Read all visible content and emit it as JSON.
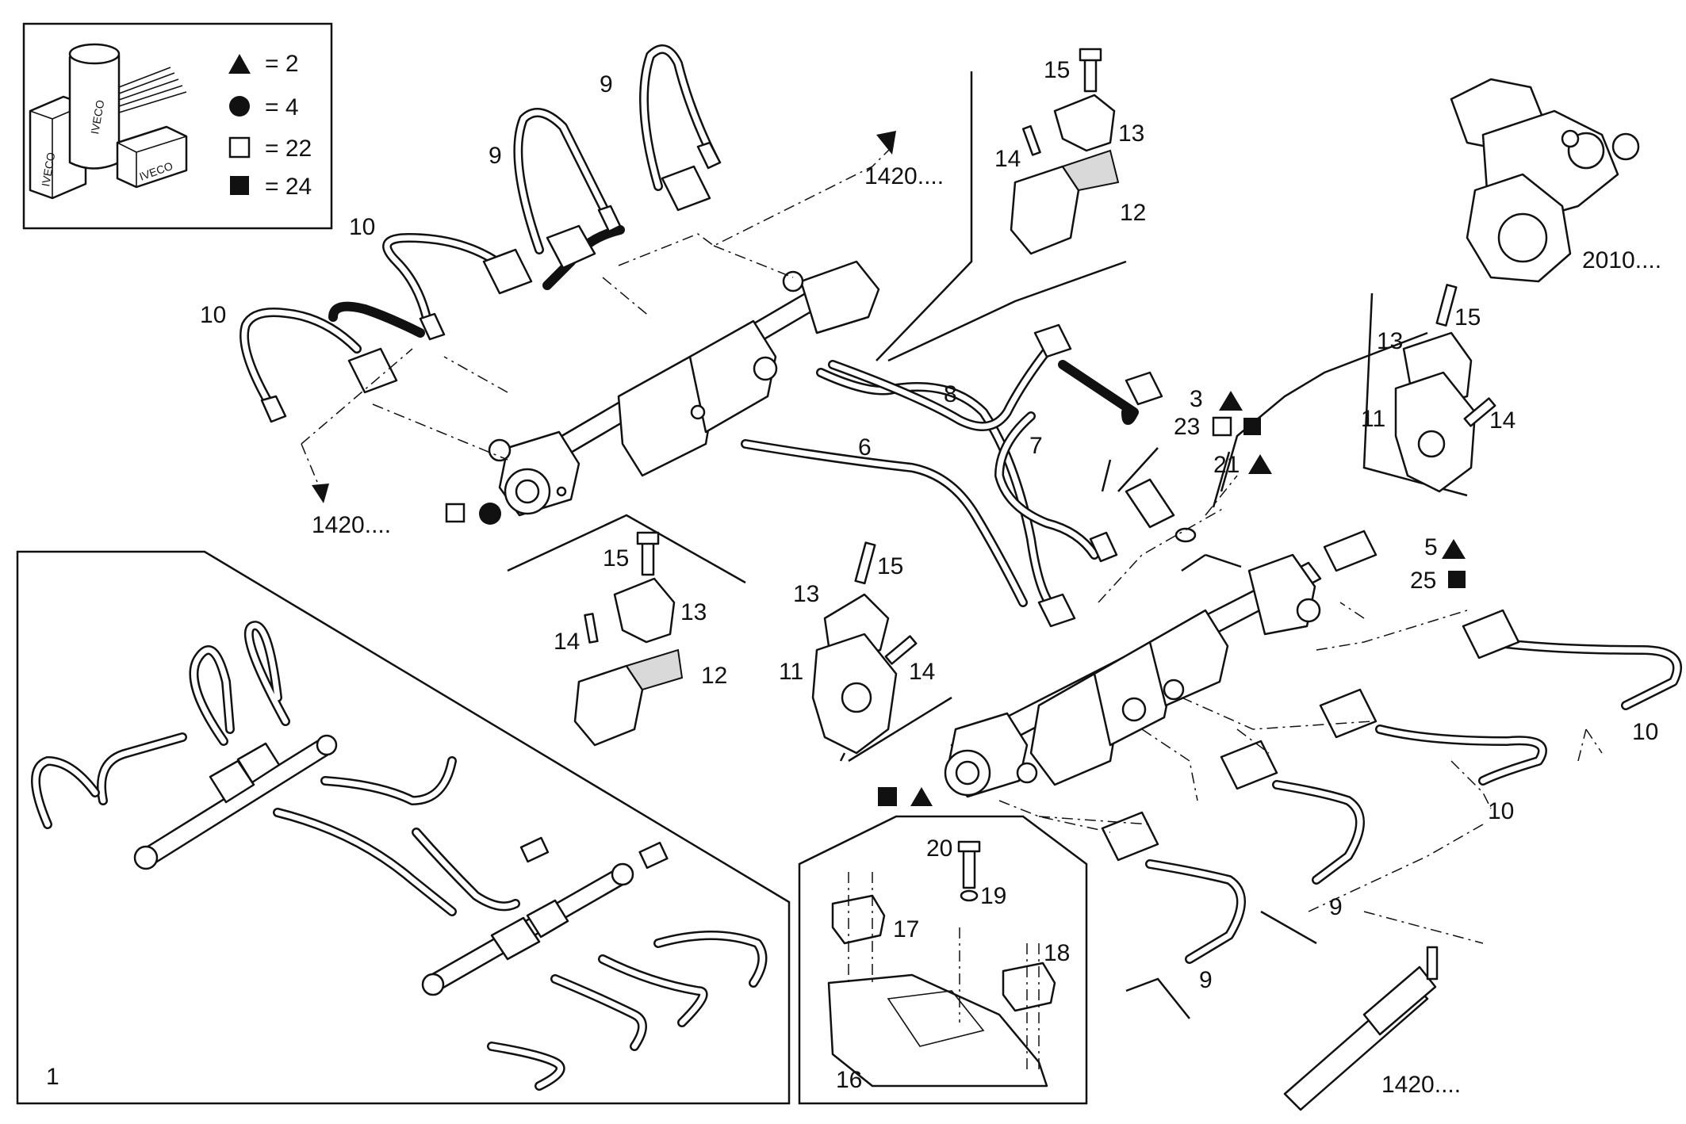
{
  "legend": {
    "triangle": "= 2",
    "circle": "= 4",
    "square_open": "= 22",
    "square_filled": "= 24",
    "logo_text": [
      "IVECO",
      "IVECO",
      "IVECO"
    ]
  },
  "refs": {
    "top_right": "2010....",
    "top_middle": "1420....",
    "left_middle": "1420....",
    "bottom_right": "1420...."
  },
  "callouts": {
    "c1": "1",
    "c3": "3",
    "c5": "5",
    "c6": "6",
    "c7": "7",
    "c8": "8",
    "c9a": "9",
    "c9b": "9",
    "c9c": "9",
    "c9d": "9",
    "c10a": "10",
    "c10b": "10",
    "c10c": "10",
    "c10d": "10",
    "c11a": "11",
    "c11b": "11",
    "c12a": "12",
    "c12b": "12",
    "c13a": "13",
    "c13b": "13",
    "c13c": "13",
    "c13d": "13",
    "c14a": "14",
    "c14b": "14",
    "c14c": "14",
    "c14d": "14",
    "c15a": "15",
    "c15b": "15",
    "c15c": "15",
    "c15d": "15",
    "c16": "16",
    "c17": "17",
    "c18": "18",
    "c19": "19",
    "c20": "20",
    "c21": "21",
    "c23": "23",
    "c25": "25"
  }
}
